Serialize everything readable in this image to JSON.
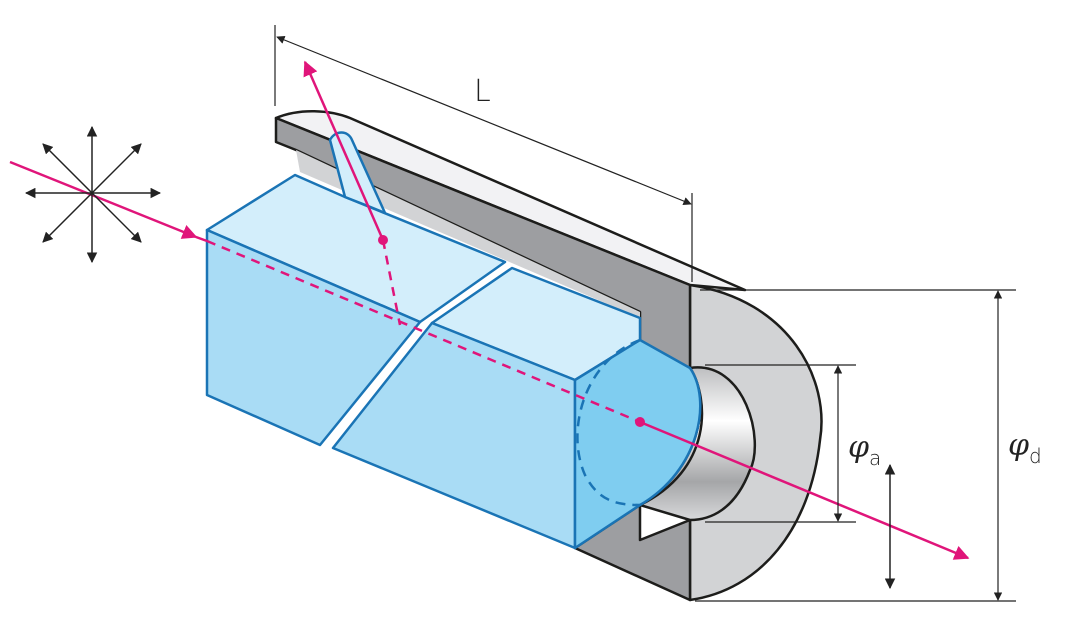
{
  "labels": {
    "length": "L",
    "aperture_symbol": "φ",
    "aperture_sub": "a",
    "diameter_symbol": "φ",
    "diameter_sub": "d"
  },
  "colors": {
    "beam": "#e0157a",
    "crystal_front": "#a9dcf5",
    "crystal_top": "#d3eefb",
    "crystal_end": "#7fcdf0",
    "crystal_edge": "#1a74b5",
    "housing_dark": "#9d9ea1",
    "housing_light": "#d2d3d5",
    "housing_top": "#f2f2f4"
  }
}
